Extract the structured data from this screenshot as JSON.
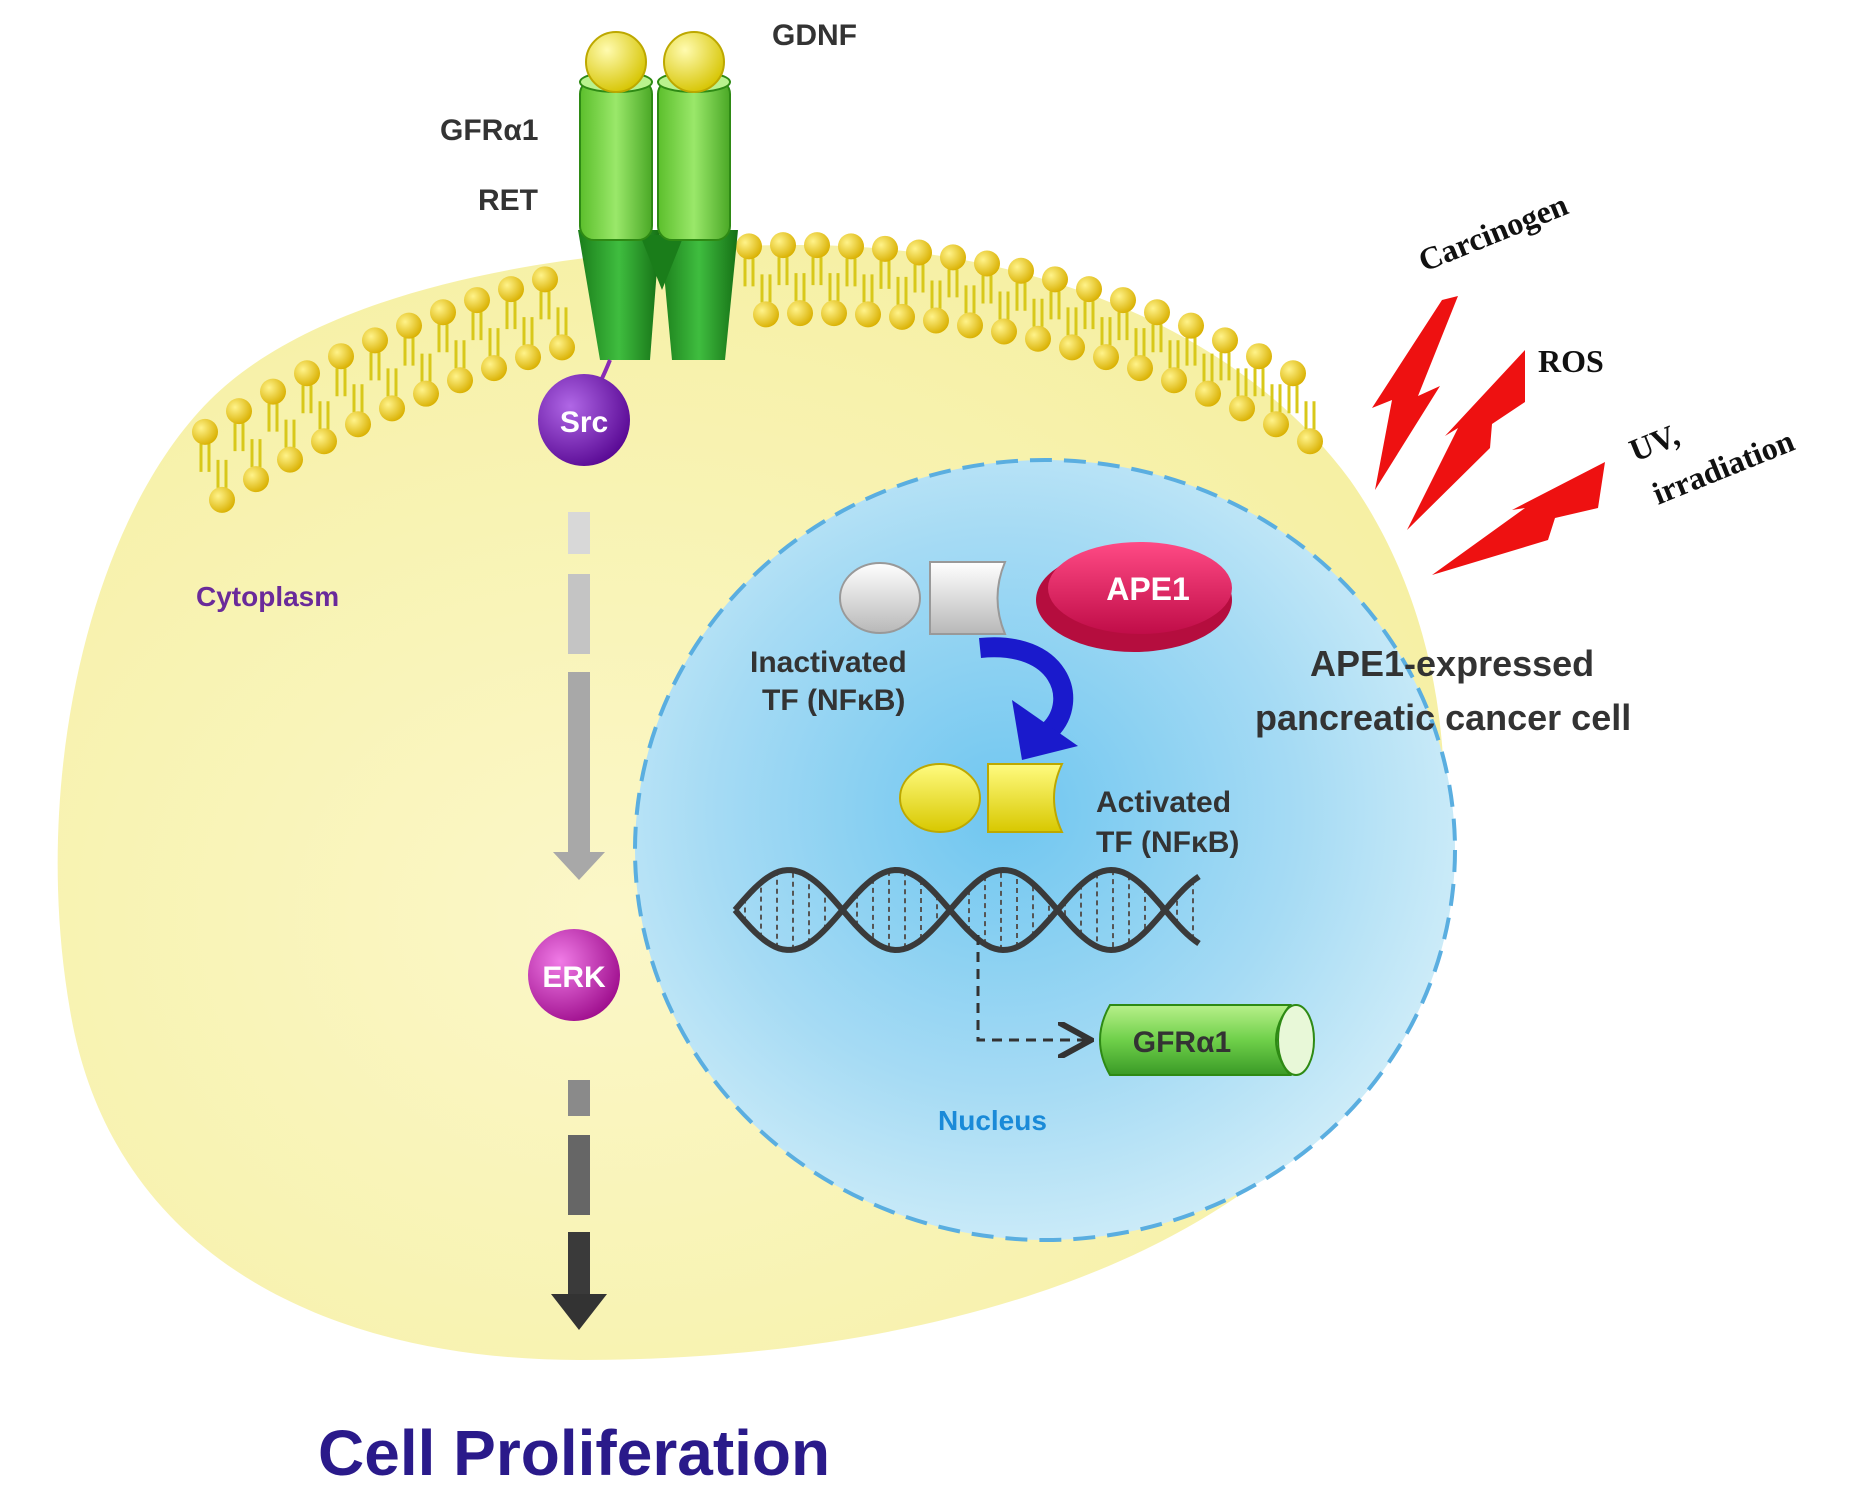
{
  "labels": {
    "ligand": "GDNF",
    "coreceptor": "GFRα1",
    "receptor": "RET",
    "src": "Src",
    "erk": "ERK",
    "cytoplasm": "Cytoplasm",
    "nucleus": "Nucleus",
    "ape1": "APE1",
    "inactivated_tf_line1": "Inactivated",
    "inactivated_tf_line2": "TF (NFκB)",
    "activated_tf_line1": "Activated",
    "activated_tf_line2": "TF (NFκB)",
    "gene_product": "GFRα1",
    "cell_type_line1": "APE1-expressed",
    "cell_type_line2": "pancreatic cancer cell",
    "outcome": "Cell Proliferation"
  },
  "stressors": [
    {
      "label": "Carcinogen"
    },
    {
      "label": "ROS"
    },
    {
      "label": "UV,",
      "label2": "irradiation"
    }
  ],
  "colors": {
    "cell": "#f8f3b0",
    "membrane_head": "#e6c810",
    "nucleus": "#a8daf3",
    "nucleus_border": "#5aaee0",
    "receptor": "#2a9b2a",
    "coreceptor": "#7cd84a",
    "ligand": "#f2e412",
    "src": "#7a1ab5",
    "erk": "#c21fb5",
    "ape1": "#e01a5a",
    "activation_arrow": "#1a1acc",
    "lightning": "#ee1111",
    "title_text": "#2a1a8a",
    "cytoplasm_text": "#6a2a9a",
    "nucleus_text": "#1a8ad8"
  }
}
